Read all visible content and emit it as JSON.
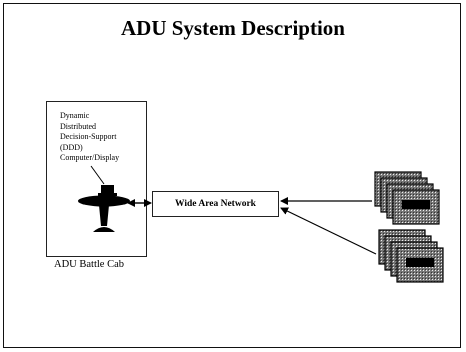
{
  "slide": {
    "title": "ADU System Description"
  },
  "battle_cab": {
    "workstation_label_lines": [
      "Dynamic",
      "Distributed",
      "Decision-Support",
      "(DDD)",
      "Computer/Display"
    ],
    "caption": "ADU Battle Cab"
  },
  "network": {
    "label": "Wide Area Network"
  },
  "remote_nodes": {
    "icon": "stacked-display-screens-icon"
  }
}
